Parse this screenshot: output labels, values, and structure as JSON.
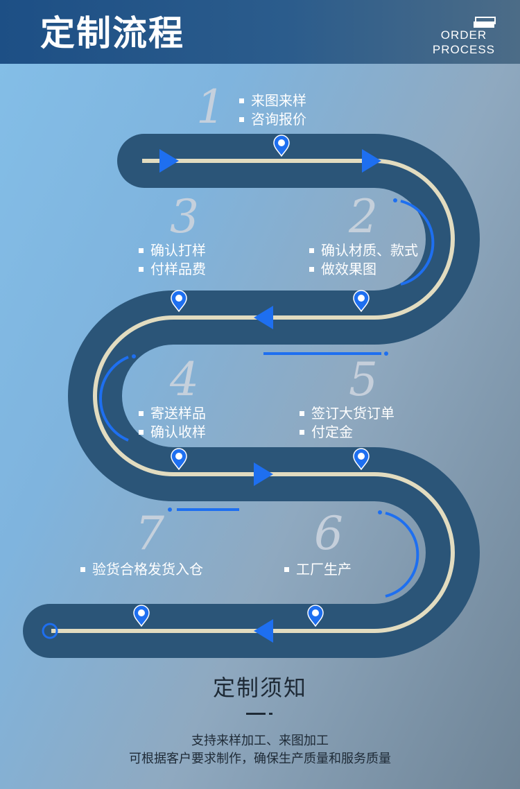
{
  "header": {
    "title": "定制流程",
    "subtitle_line1": "ORDER",
    "subtitle_line2": "PROCESS"
  },
  "steps": [
    {
      "number": "1",
      "items": [
        "来图来样",
        "咨询报价"
      ]
    },
    {
      "number": "2",
      "items": [
        "确认材质、款式",
        "做效果图"
      ]
    },
    {
      "number": "3",
      "items": [
        "确认打样",
        "付样品费"
      ]
    },
    {
      "number": "4",
      "items": [
        "寄送样品",
        "确认收样"
      ]
    },
    {
      "number": "5",
      "items": [
        "签订大货订单",
        "付定金"
      ]
    },
    {
      "number": "6",
      "items": [
        "工厂生产"
      ]
    },
    {
      "number": "7",
      "items": [
        "验货合格发货入仓"
      ]
    }
  ],
  "notice": {
    "title": "定制须知",
    "line1": "支持来样加工、来图加工",
    "line2": "可根据客户要求制作，确保生产质量和服务质量"
  },
  "colors": {
    "road": "#2b5578",
    "center_line": "#e2dcc0",
    "accent": "#1e6ff0",
    "header": "#1d4f85"
  }
}
